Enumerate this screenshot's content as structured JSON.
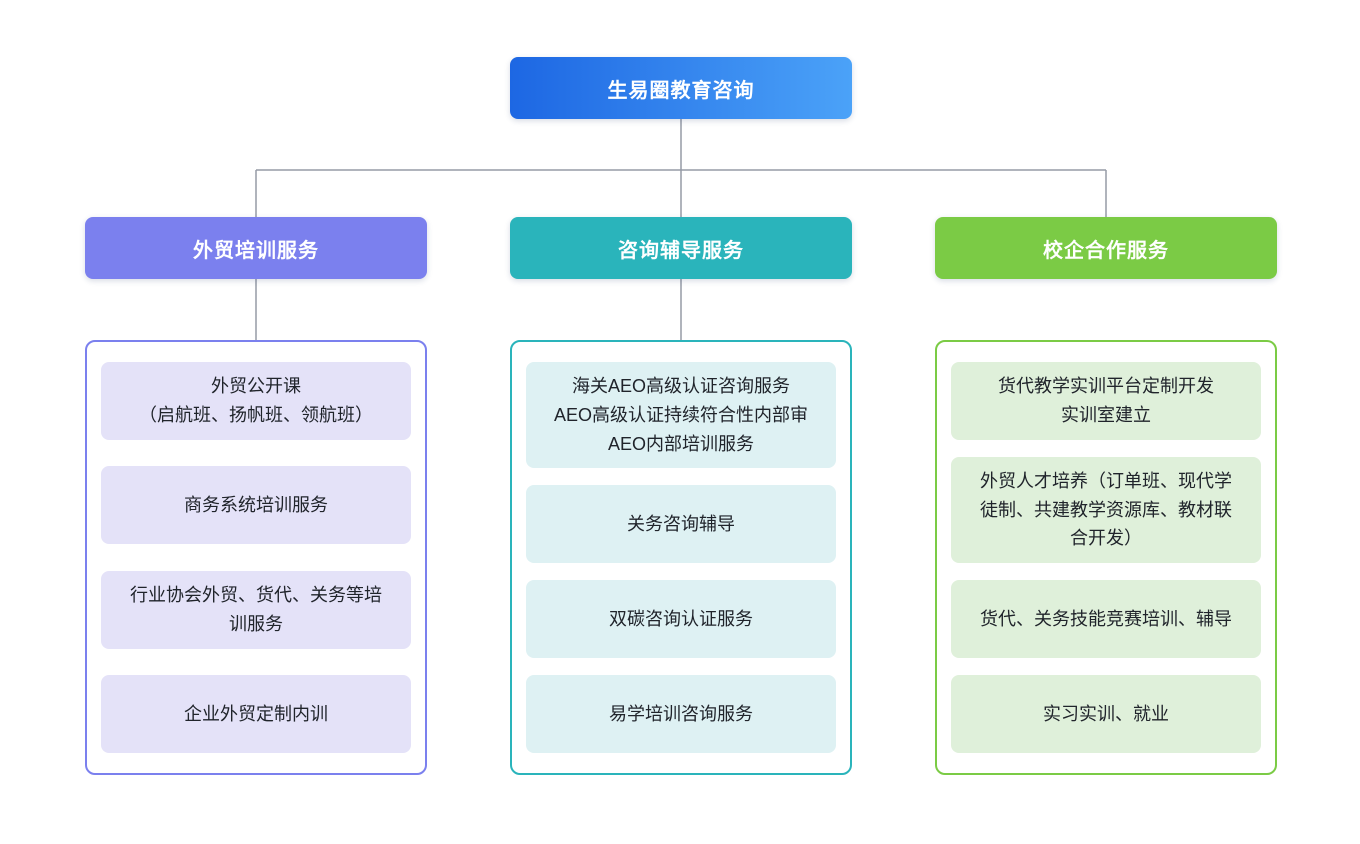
{
  "diagram": {
    "title": "生易圈教育咨询",
    "type": "org-tree",
    "colors": {
      "root_gradient_start": "#1d67e3",
      "root_gradient_end": "#4ba2f8",
      "branch_trade_training": "#7b80ee",
      "branch_trade_training_item_bg": "#e4e2f8",
      "branch_consulting": "#2ab4bb",
      "branch_consulting_item_bg": "#def1f3",
      "branch_school_enterprise": "#7bcb45",
      "branch_school_enterprise_item_bg": "#dff0da",
      "connector": "#959ba6",
      "item_text": "#20242b",
      "node_text": "#ffffff",
      "background": "#ffffff"
    }
  },
  "root": {
    "label": "生易圈教育咨询"
  },
  "branches": [
    {
      "label": "外贸培训服务",
      "items": [
        "外贸公开课\n（启航班、扬帆班、领航班）",
        "商务系统培训服务",
        "行业协会外贸、货代、关务等培训服务",
        "企业外贸定制内训"
      ]
    },
    {
      "label": "咨询辅导服务",
      "items": [
        "海关AEO高级认证咨询服务\nAEO高级认证持续符合性内部审\nAEO内部培训服务",
        "关务咨询辅导",
        "双碳咨询认证服务",
        "易学培训咨询服务"
      ]
    },
    {
      "label": "校企合作服务",
      "items": [
        "货代教学实训平台定制开发\n实训室建立",
        "外贸人才培养（订单班、现代学徒制、共建教学资源库、教材联合开发）",
        "货代、关务技能竞赛培训、辅导",
        "实习实训、就业"
      ]
    }
  ]
}
